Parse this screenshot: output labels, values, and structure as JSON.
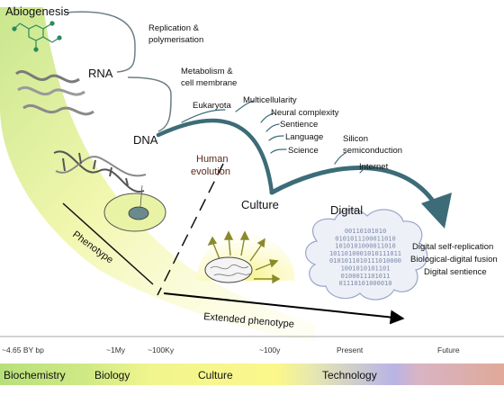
{
  "main_flow": {
    "abiogenesis": "Abiogenesis",
    "rna": "RNA",
    "dna": "DNA",
    "culture": "Culture",
    "digital": "Digital"
  },
  "transitions": {
    "replication": [
      "Replication &",
      "polymerisation"
    ],
    "metabolism": [
      "Metabolism &",
      "cell membrane"
    ]
  },
  "dna_branches": [
    "Eukaryota",
    "Multicellularity",
    "Neural complexity",
    "Sentience",
    "Language",
    "Science"
  ],
  "culture_branches": {
    "silicon": [
      "Silicon",
      "semiconduction"
    ],
    "internet": "Internet"
  },
  "digital_outcomes": [
    "Digital self-replication",
    "Biological-digital fusion",
    "Digital sentience"
  ],
  "binary_lines": [
    "00110101010",
    "0101011100011010",
    "1010101000011010",
    "1011010001010111011",
    "0101011010111010000",
    "1001010101101",
    "0100011101011",
    "01110101000010"
  ],
  "human_evolution": [
    "Human",
    "evolution"
  ],
  "phenotype": "Phenotype",
  "extended_phenotype": "Extended phenotype",
  "timeline": {
    "ticks": [
      "~4.65 BY bp",
      "~1My",
      "~100Ky",
      "~100y",
      "Present",
      "Future"
    ]
  },
  "eras": [
    "Biochemistry",
    "Biology",
    "Culture",
    "Technology"
  ],
  "colors": {
    "branch": "#3c6c78",
    "biochemistry": "#b7e07a",
    "biology": "#e7f28e",
    "culture": "#fbf78b",
    "technology": "#b8b4e6",
    "future": "#e0a998"
  }
}
